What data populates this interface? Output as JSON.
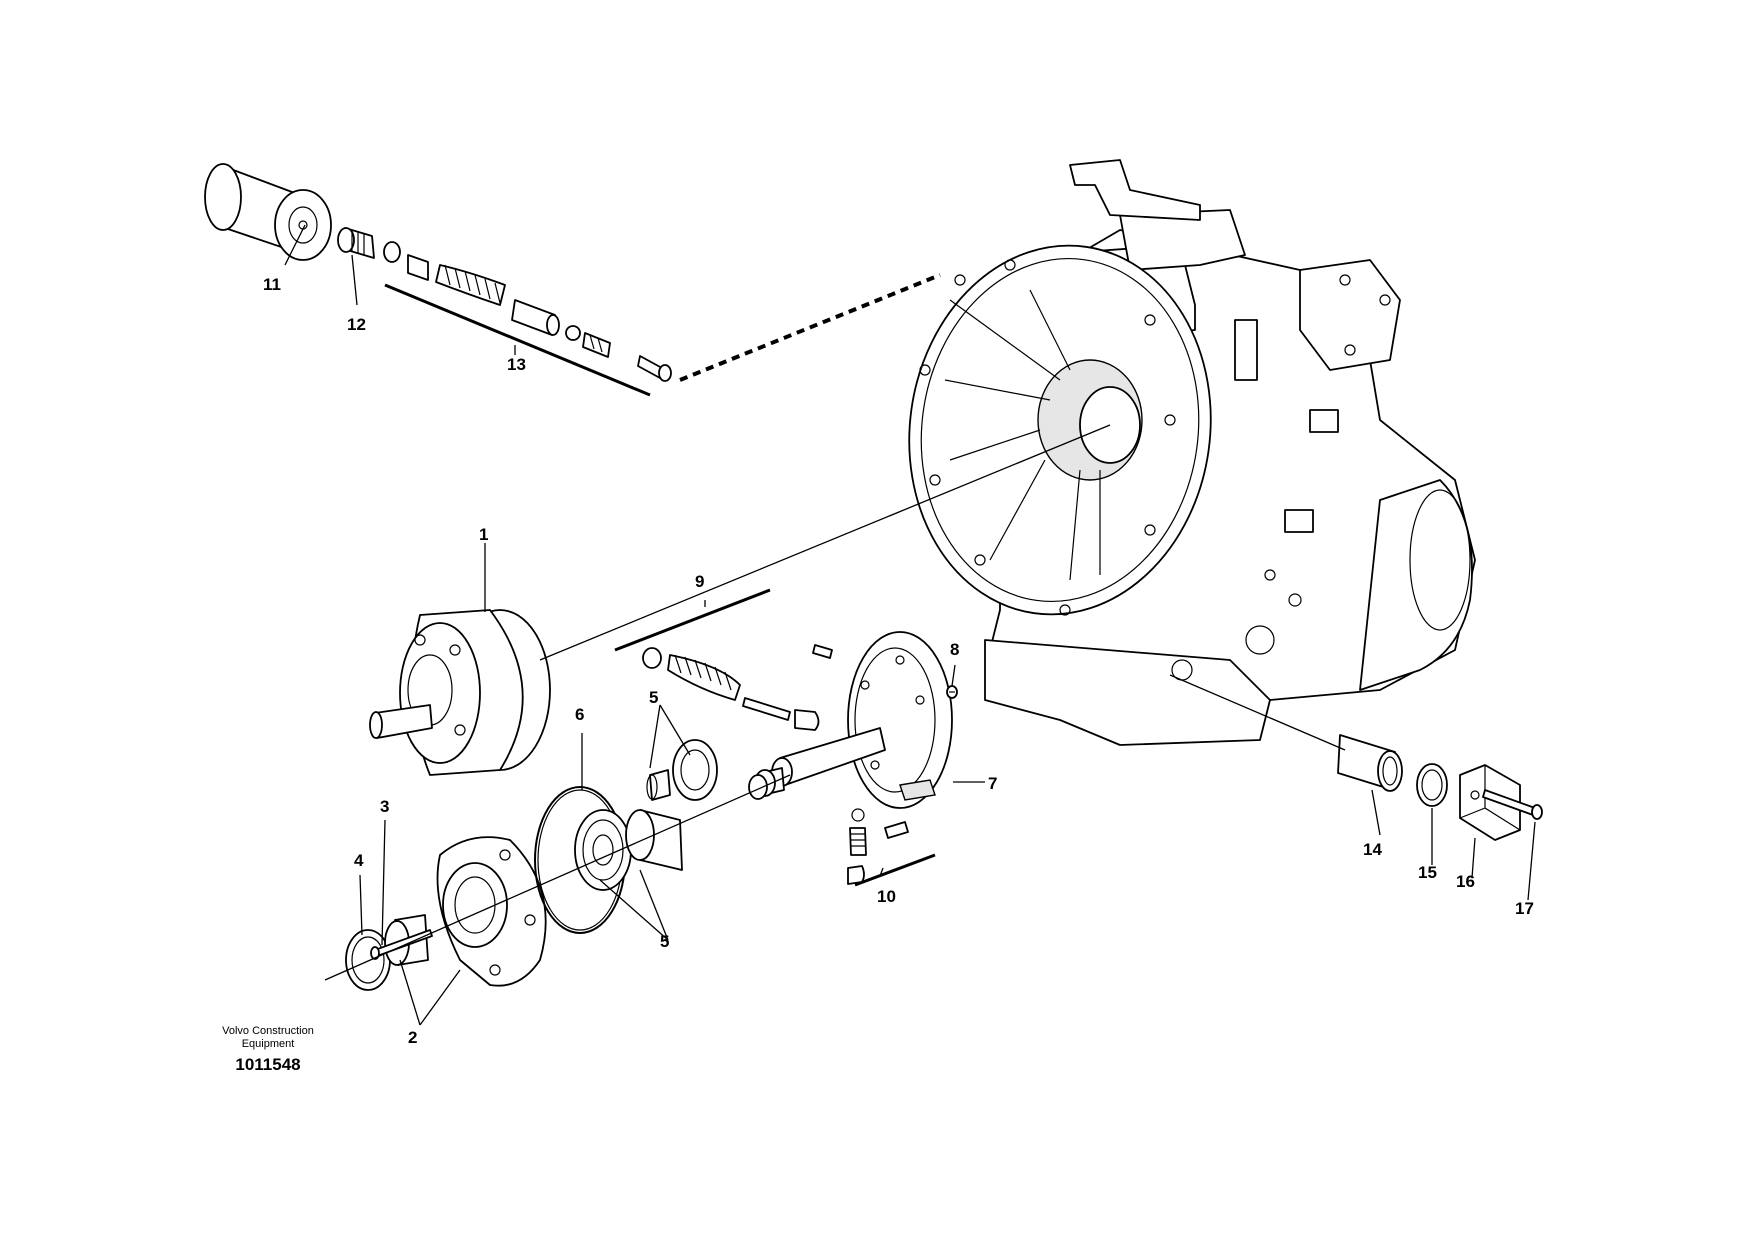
{
  "callouts": [
    "1",
    "2",
    "3",
    "4",
    "5",
    "5",
    "6",
    "7",
    "8",
    "9",
    "10",
    "11",
    "12",
    "13",
    "14",
    "15",
    "16",
    "17"
  ],
  "caption": {
    "company_line1": "Volvo Construction",
    "company_line2": "Equipment",
    "drawing_number": "1011548"
  }
}
